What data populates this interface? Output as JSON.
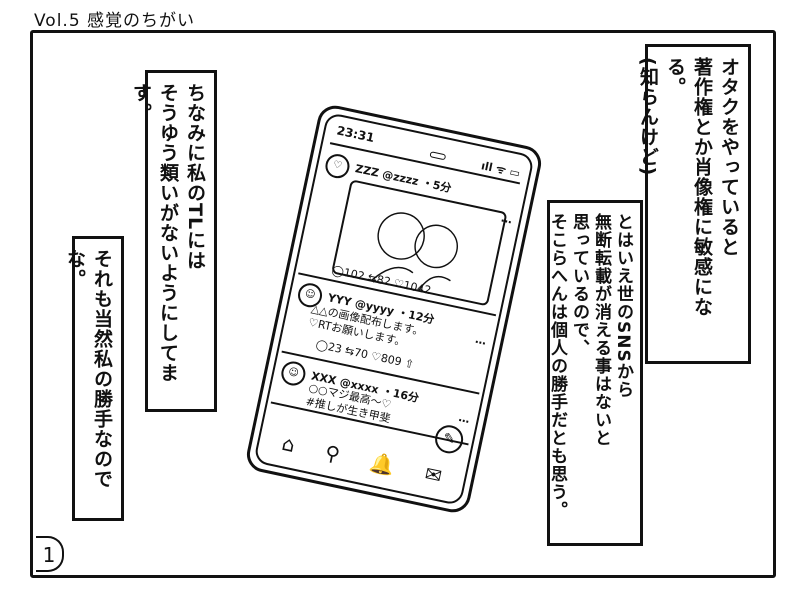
{
  "header": {
    "title": "Vol.5 感覚のちがい"
  },
  "page_number": "1",
  "captions": {
    "top_right": [
      "オタクをやっていると",
      "著作権とか肖像権に敏感になる。",
      "(知らんけど)"
    ],
    "right": [
      "とはいえ世のSNSから",
      "無断転載が消える事はないと",
      "思っているので、",
      "そこらへんは個人の勝手だとも思う。"
    ],
    "left": [
      "ちなみに私のTLには",
      "そうゆう類いがないようにしてます。"
    ],
    "far_left": [
      "それも当然私の勝手なのでな。"
    ]
  },
  "phone": {
    "time": "23:31",
    "status_icons": "ıll ᯤ ▭",
    "posts": [
      {
        "avatar": "♡",
        "header": "ZZZ @zzzz ・5分",
        "more": "…",
        "actions": "◯102 ⇆82 ♡1042"
      },
      {
        "avatar": "☺",
        "header": "YYY @yyyy ・12分",
        "more": "…",
        "body": [
          "△△の画像配布します。",
          "♡RTお願いします。"
        ],
        "actions": "◯23 ⇆70 ♡809 ⇧"
      },
      {
        "avatar": "☺",
        "header": "XXX @xxxx ・16分",
        "more": "…",
        "body": [
          "○○マジ最高〜♡",
          "#推しが生き甲斐"
        ]
      }
    ],
    "nav": [
      "⌂",
      "⚲",
      "🔔",
      "✉"
    ],
    "fab": "✎"
  }
}
